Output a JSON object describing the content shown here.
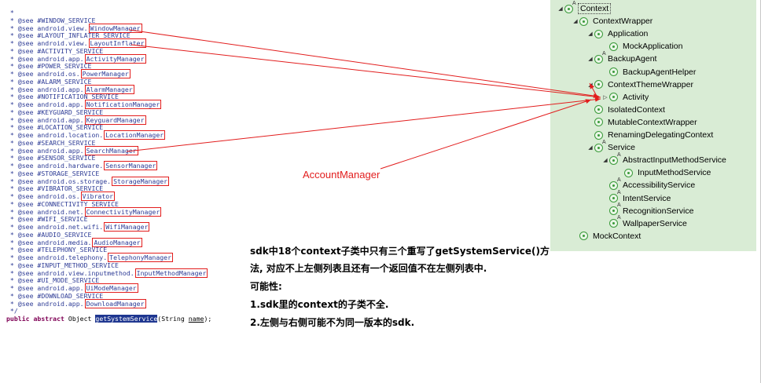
{
  "code": {
    "lines": [
      {
        "t": " *"
      },
      {
        "t": " * @see #WINDOW_SERVICE"
      },
      {
        "t": " * @see android.view.",
        "box": "WindowManager"
      },
      {
        "t": " * @see #LAYOUT_INFLATER_SERVICE"
      },
      {
        "t": " * @see android.view.",
        "box": "LayoutInflater"
      },
      {
        "t": " * @see #ACTIVITY_SERVICE"
      },
      {
        "t": " * @see android.app.",
        "box": "ActivityManager"
      },
      {
        "t": " * @see #POWER_SERVICE"
      },
      {
        "t": " * @see android.os.",
        "box": "PowerManager"
      },
      {
        "t": " * @see #ALARM_SERVICE"
      },
      {
        "t": " * @see android.app.",
        "box": "AlarmManager"
      },
      {
        "t": " * @see #NOTIFICATION_SERVICE"
      },
      {
        "t": " * @see android.app.",
        "box": "NotificationManager"
      },
      {
        "t": " * @see #KEYGUARD_SERVICE"
      },
      {
        "t": " * @see android.app.",
        "box": "KeyguardManager"
      },
      {
        "t": " * @see #LOCATION_SERVICE"
      },
      {
        "t": " * @see android.location.",
        "box": "LocationManager"
      },
      {
        "t": " * @see #SEARCH_SERVICE"
      },
      {
        "t": " * @see android.app.",
        "box": "SearchManager"
      },
      {
        "t": " * @see #SENSOR_SERVICE"
      },
      {
        "t": " * @see android.hardware.",
        "box": "SensorManager"
      },
      {
        "t": " * @see #STORAGE_SERVICE"
      },
      {
        "t": " * @see android.os.storage.",
        "box": "StorageManager"
      },
      {
        "t": " * @see #VIBRATOR_SERVICE"
      },
      {
        "t": " * @see android.os.",
        "box": "Vibrator"
      },
      {
        "t": " * @see #CONNECTIVITY_SERVICE"
      },
      {
        "t": " * @see android.net.",
        "box": "ConnectivityManager"
      },
      {
        "t": " * @see #WIFI_SERVICE"
      },
      {
        "t": " * @see android.net.wifi.",
        "box": "WifiManager"
      },
      {
        "t": " * @see #AUDIO_SERVICE"
      },
      {
        "t": " * @see android.media.",
        "box": "AudioManager"
      },
      {
        "t": " * @see #TELEPHONY_SERVICE"
      },
      {
        "t": " * @see android.telephony.",
        "box": "TelephonyManager"
      },
      {
        "t": " * @see #INPUT_METHOD_SERVICE"
      },
      {
        "t": " * @see android.view.inputmethod.",
        "box": "InputMethodManager"
      },
      {
        "t": " * @see #UI_MODE_SERVICE"
      },
      {
        "t": " * @see android.app.",
        "box": "UiModeManager"
      },
      {
        "t": " * @see #DOWNLOAD_SERVICE"
      },
      {
        "t": " * @see android.app.",
        "box": "DownloadManager"
      },
      {
        "t": " */"
      }
    ],
    "signature": {
      "keywords": "public abstract",
      "type": "Object",
      "method": "getSystemService",
      "param_type": "(String",
      "param_name": "name",
      "end": ");"
    }
  },
  "tree": {
    "items": [
      {
        "label": "Context",
        "twisty": "◢",
        "depth": 0,
        "abstract": true,
        "boxed": true
      },
      {
        "label": "ContextWrapper",
        "twisty": "◢",
        "depth": 1,
        "abstract": false
      },
      {
        "label": "Application",
        "twisty": "◢",
        "depth": 2,
        "abstract": false
      },
      {
        "label": "MockApplication",
        "twisty": "",
        "depth": 3,
        "abstract": false
      },
      {
        "label": "BackupAgent",
        "twisty": "◢",
        "depth": 2,
        "abstract": true
      },
      {
        "label": "BackupAgentHelper",
        "twisty": "",
        "depth": 3,
        "abstract": false
      },
      {
        "label": "ContextThemeWrapper",
        "twisty": "◢",
        "depth": 2,
        "abstract": false
      },
      {
        "label": "Activity",
        "twisty": "▷",
        "depth": 3,
        "abstract": false
      },
      {
        "label": "IsolatedContext",
        "twisty": "",
        "depth": 2,
        "abstract": false
      },
      {
        "label": "MutableContextWrapper",
        "twisty": "",
        "depth": 2,
        "abstract": false
      },
      {
        "label": "RenamingDelegatingContext",
        "twisty": "",
        "depth": 2,
        "abstract": false
      },
      {
        "label": "Service",
        "twisty": "◢",
        "depth": 2,
        "abstract": true
      },
      {
        "label": "AbstractInputMethodService",
        "twisty": "◢",
        "depth": 3,
        "abstract": true
      },
      {
        "label": "InputMethodService",
        "twisty": "",
        "depth": 4,
        "abstract": false
      },
      {
        "label": "AccessibilityService",
        "twisty": "",
        "depth": 3,
        "abstract": true
      },
      {
        "label": "IntentService",
        "twisty": "",
        "depth": 3,
        "abstract": true
      },
      {
        "label": "RecognitionService",
        "twisty": "",
        "depth": 3,
        "abstract": true
      },
      {
        "label": "WallpaperService",
        "twisty": "",
        "depth": 3,
        "abstract": true
      },
      {
        "label": "MockContext",
        "twisty": "",
        "depth": 1,
        "abstract": false
      }
    ],
    "abstract_marker": "A"
  },
  "annotation": {
    "account_manager": "AccountManager"
  },
  "notes": {
    "line1": "sdk中18个context子类中只有三个重写了getSystemService()方",
    "line2": "法, 对应不上左侧列表且还有一个返回值不在左侧列表中.",
    "line3": "可能性:",
    "line4": "1.sdk里的context的子类不全.",
    "line5": "2.左侧与右侧可能不为同一版本的sdk."
  },
  "colors": {
    "arrow": "#e21d1d",
    "tree_bg": "#d9ecd5",
    "class_icon": "#3a9a3a",
    "code_text": "#2e3c96"
  }
}
